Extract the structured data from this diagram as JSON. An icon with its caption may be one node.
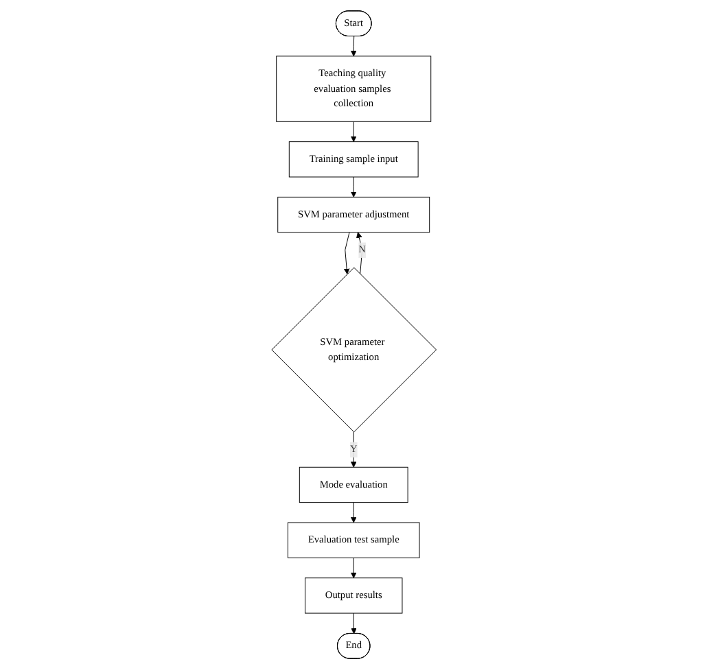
{
  "diagram": {
    "nodes": [
      {
        "text": [
          "Start"
        ]
      },
      {
        "text": [
          "Teaching quality evaluation samples collection"
        ]
      },
      {
        "text": [
          "Training sample input"
        ]
      },
      {
        "text": [
          "SVM parameter adjustment"
        ]
      },
      {
        "text": [
          "SVM parameter optimization"
        ]
      },
      {
        "text": [
          "Mode evaluation"
        ]
      },
      {
        "text": [
          "Evaluation test sample"
        ]
      },
      {
        "text": [
          "Output results"
        ]
      },
      {
        "text": [
          "End"
        ]
      }
    ],
    "edges": [
      {
        "from": 0,
        "to": 1,
        "arrow": "to"
      },
      {
        "from": 1,
        "to": 2,
        "arrow": "to"
      },
      {
        "from": 2,
        "to": 3,
        "arrow": "to"
      },
      {
        "from": 3,
        "to": 4,
        "arrow": "to"
      },
      {
        "from": 4,
        "to": 3,
        "arrow": "to",
        "label": "N"
      },
      {
        "from": 4,
        "to": 5,
        "arrow": "to",
        "label": "Y"
      },
      {
        "from": 5,
        "to": 6,
        "arrow": "to"
      },
      {
        "from": 6,
        "to": 7,
        "arrow": "to"
      },
      {
        "from": 7,
        "to": 8,
        "arrow": "to"
      }
    ]
  }
}
